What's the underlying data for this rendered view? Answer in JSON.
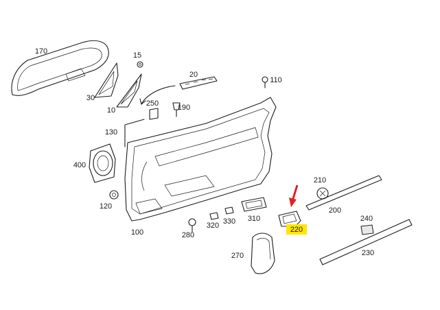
{
  "colors": {
    "ink": "#1a1a1a",
    "highlight": "#ffe600",
    "arrow": "#e02020"
  },
  "callouts": [
    {
      "label": "170"
    },
    {
      "label": "15"
    },
    {
      "label": "30"
    },
    {
      "label": "20"
    },
    {
      "label": "110"
    },
    {
      "label": "10"
    },
    {
      "label": "250"
    },
    {
      "label": "190"
    },
    {
      "label": "130"
    },
    {
      "label": "400"
    },
    {
      "label": "120"
    },
    {
      "label": "100"
    },
    {
      "label": "280"
    },
    {
      "label": "320"
    },
    {
      "label": "330"
    },
    {
      "label": "310"
    },
    {
      "label": "210"
    },
    {
      "label": "200"
    },
    {
      "label": "220"
    },
    {
      "label": "240"
    },
    {
      "label": "230"
    },
    {
      "label": "270"
    }
  ]
}
